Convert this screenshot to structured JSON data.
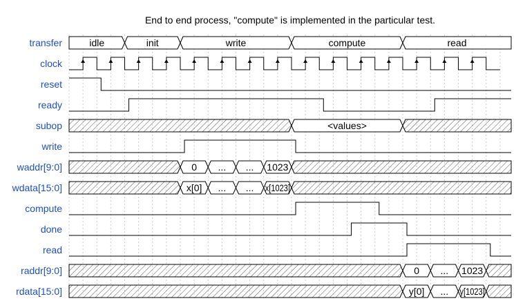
{
  "title": "End to end process, \"compute\" is implemented in the particular test.",
  "signals": [
    {
      "name": "transfer",
      "type": "bus",
      "segments": [
        {
          "from": 0,
          "to": 2,
          "label": "idle"
        },
        {
          "from": 2,
          "to": 4,
          "label": "init"
        },
        {
          "from": 4,
          "to": 8,
          "label": "write"
        },
        {
          "from": 8,
          "to": 12,
          "label": "compute"
        },
        {
          "from": 12,
          "to": 16,
          "label": "read"
        }
      ]
    },
    {
      "name": "clock",
      "type": "clock",
      "cycles": 15
    },
    {
      "name": "reset",
      "type": "digital",
      "levels": [
        [
          0,
          1
        ],
        [
          1.15,
          0
        ]
      ]
    },
    {
      "name": "ready",
      "type": "digital",
      "levels": [
        [
          0,
          0
        ],
        [
          2.15,
          1
        ],
        [
          9.15,
          0
        ],
        [
          13.15,
          1
        ]
      ]
    },
    {
      "name": "subop",
      "type": "bus",
      "segments": [
        {
          "from": 0,
          "to": 8,
          "label": null
        },
        {
          "from": 8,
          "to": 12,
          "label": "<values>"
        },
        {
          "from": 12,
          "to": 16,
          "label": null
        }
      ]
    },
    {
      "name": "write",
      "type": "digital",
      "levels": [
        [
          0,
          0
        ],
        [
          4.15,
          1
        ],
        [
          8.15,
          0
        ]
      ]
    },
    {
      "name": "waddr[9:0]",
      "type": "bus",
      "segments": [
        {
          "from": 0,
          "to": 4,
          "label": null
        },
        {
          "from": 4,
          "to": 5,
          "label": "0"
        },
        {
          "from": 5,
          "to": 6,
          "label": "..."
        },
        {
          "from": 6,
          "to": 7,
          "label": "..."
        },
        {
          "from": 7,
          "to": 8,
          "label": "1023"
        },
        {
          "from": 8,
          "to": 16,
          "label": null
        }
      ]
    },
    {
      "name": "wdata[15:0]",
      "type": "bus",
      "segments": [
        {
          "from": 0,
          "to": 4,
          "label": null
        },
        {
          "from": 4,
          "to": 5,
          "label": "x[0]"
        },
        {
          "from": 5,
          "to": 6,
          "label": "..."
        },
        {
          "from": 6,
          "to": 7,
          "label": "..."
        },
        {
          "from": 7,
          "to": 8,
          "label": "x[1023]"
        },
        {
          "from": 8,
          "to": 16,
          "label": null
        }
      ]
    },
    {
      "name": "compute",
      "type": "digital",
      "levels": [
        [
          0,
          0
        ],
        [
          8.15,
          1
        ],
        [
          11.15,
          0
        ]
      ]
    },
    {
      "name": "done",
      "type": "digital",
      "levels": [
        [
          0,
          0
        ],
        [
          10.15,
          1
        ],
        [
          12.15,
          0
        ]
      ]
    },
    {
      "name": "read",
      "type": "digital",
      "levels": [
        [
          0,
          0
        ],
        [
          12.15,
          1
        ],
        [
          15.15,
          0
        ]
      ]
    },
    {
      "name": "raddr[9:0]",
      "type": "bus",
      "segments": [
        {
          "from": 0,
          "to": 12,
          "label": null
        },
        {
          "from": 12,
          "to": 13,
          "label": "0"
        },
        {
          "from": 13,
          "to": 14,
          "label": "..."
        },
        {
          "from": 14,
          "to": 15,
          "label": "1023"
        },
        {
          "from": 15,
          "to": 16,
          "label": null
        }
      ]
    },
    {
      "name": "rdata[15:0]",
      "type": "bus",
      "segments": [
        {
          "from": 0,
          "to": 12,
          "label": null
        },
        {
          "from": 12,
          "to": 13,
          "label": "y[0]"
        },
        {
          "from": 13,
          "to": 14,
          "label": "..."
        },
        {
          "from": 14,
          "to": 15,
          "label": "y[1023]"
        },
        {
          "from": 15,
          "to": 16,
          "label": null
        }
      ]
    }
  ],
  "colors": {
    "label": "#1f4fbf",
    "wave": "#000000",
    "grid": "#cccccc",
    "hatch": "#555555"
  }
}
